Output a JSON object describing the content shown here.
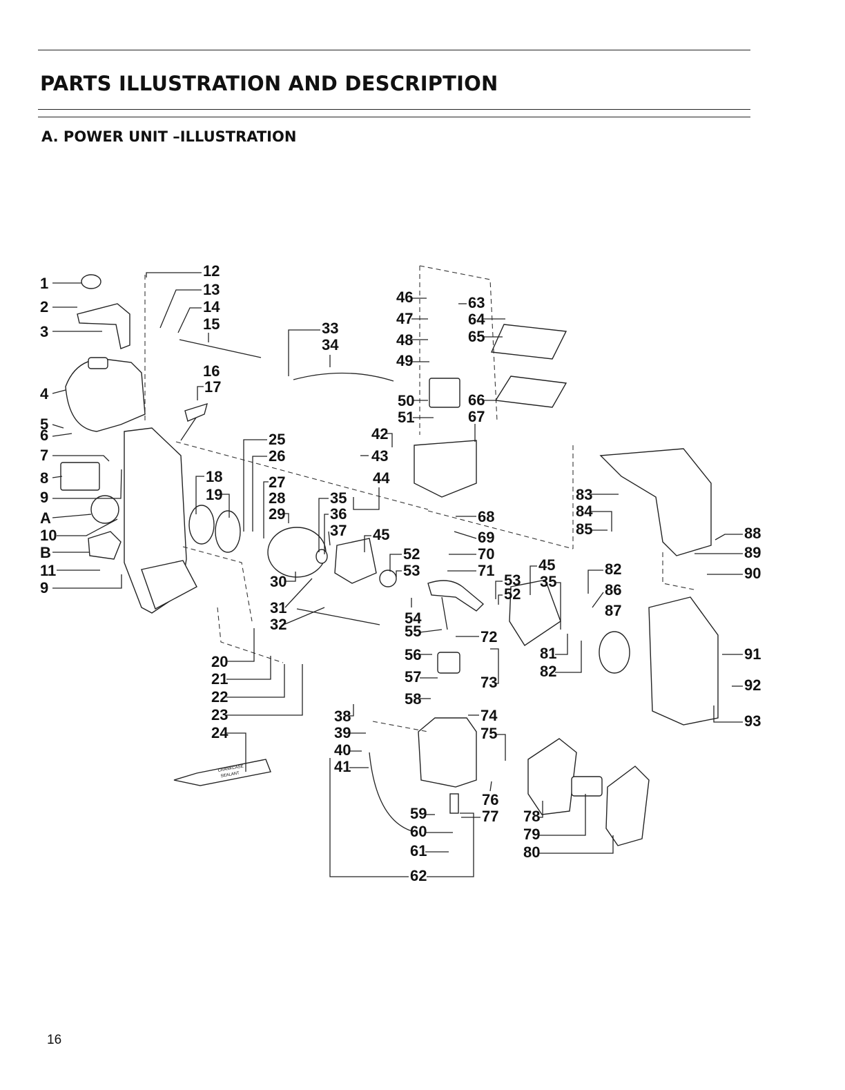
{
  "header": {
    "title": "PARTS ILLUSTRATION AND DESCRIPTION",
    "subtitle": "A. POWER UNIT –ILLUSTRATION"
  },
  "diagram": {
    "callouts": [
      {
        "id": "1",
        "label": "1"
      },
      {
        "id": "2",
        "label": "2"
      },
      {
        "id": "3",
        "label": "3"
      },
      {
        "id": "4",
        "label": "4"
      },
      {
        "id": "5",
        "label": "5"
      },
      {
        "id": "6",
        "label": "6"
      },
      {
        "id": "7",
        "label": "7"
      },
      {
        "id": "8",
        "label": "8"
      },
      {
        "id": "9a",
        "label": "9"
      },
      {
        "id": "A",
        "label": "A"
      },
      {
        "id": "10",
        "label": "10"
      },
      {
        "id": "B",
        "label": "B"
      },
      {
        "id": "11",
        "label": "11"
      },
      {
        "id": "9b",
        "label": "9"
      },
      {
        "id": "12",
        "label": "12"
      },
      {
        "id": "13",
        "label": "13"
      },
      {
        "id": "14",
        "label": "14"
      },
      {
        "id": "15",
        "label": "15"
      },
      {
        "id": "16",
        "label": "16"
      },
      {
        "id": "17",
        "label": "17"
      },
      {
        "id": "18",
        "label": "18"
      },
      {
        "id": "19",
        "label": "19"
      },
      {
        "id": "20",
        "label": "20"
      },
      {
        "id": "21",
        "label": "21"
      },
      {
        "id": "22",
        "label": "22"
      },
      {
        "id": "23",
        "label": "23"
      },
      {
        "id": "24",
        "label": "24"
      },
      {
        "id": "25",
        "label": "25"
      },
      {
        "id": "26",
        "label": "26"
      },
      {
        "id": "27",
        "label": "27"
      },
      {
        "id": "28",
        "label": "28"
      },
      {
        "id": "29",
        "label": "29"
      },
      {
        "id": "30",
        "label": "30"
      },
      {
        "id": "31",
        "label": "31"
      },
      {
        "id": "32",
        "label": "32"
      },
      {
        "id": "33",
        "label": "33"
      },
      {
        "id": "34",
        "label": "34"
      },
      {
        "id": "35a",
        "label": "35"
      },
      {
        "id": "36",
        "label": "36"
      },
      {
        "id": "37",
        "label": "37"
      },
      {
        "id": "38",
        "label": "38"
      },
      {
        "id": "39",
        "label": "39"
      },
      {
        "id": "40",
        "label": "40"
      },
      {
        "id": "41",
        "label": "41"
      },
      {
        "id": "42",
        "label": "42"
      },
      {
        "id": "43",
        "label": "43"
      },
      {
        "id": "44",
        "label": "44"
      },
      {
        "id": "45a",
        "label": "45"
      },
      {
        "id": "46",
        "label": "46"
      },
      {
        "id": "47",
        "label": "47"
      },
      {
        "id": "48",
        "label": "48"
      },
      {
        "id": "49",
        "label": "49"
      },
      {
        "id": "50",
        "label": "50"
      },
      {
        "id": "51",
        "label": "51"
      },
      {
        "id": "52a",
        "label": "52"
      },
      {
        "id": "53a",
        "label": "53"
      },
      {
        "id": "54",
        "label": "54"
      },
      {
        "id": "55",
        "label": "55"
      },
      {
        "id": "56",
        "label": "56"
      },
      {
        "id": "57",
        "label": "57"
      },
      {
        "id": "58",
        "label": "58"
      },
      {
        "id": "59",
        "label": "59"
      },
      {
        "id": "60",
        "label": "60"
      },
      {
        "id": "61",
        "label": "61"
      },
      {
        "id": "62",
        "label": "62"
      },
      {
        "id": "63",
        "label": "63"
      },
      {
        "id": "64",
        "label": "64"
      },
      {
        "id": "65",
        "label": "65"
      },
      {
        "id": "66",
        "label": "66"
      },
      {
        "id": "67",
        "label": "67"
      },
      {
        "id": "68",
        "label": "68"
      },
      {
        "id": "69",
        "label": "69"
      },
      {
        "id": "70",
        "label": "70"
      },
      {
        "id": "71",
        "label": "71"
      },
      {
        "id": "72",
        "label": "72"
      },
      {
        "id": "73",
        "label": "73"
      },
      {
        "id": "74",
        "label": "74"
      },
      {
        "id": "75",
        "label": "75"
      },
      {
        "id": "76",
        "label": "76"
      },
      {
        "id": "77",
        "label": "77"
      },
      {
        "id": "78",
        "label": "78"
      },
      {
        "id": "79",
        "label": "79"
      },
      {
        "id": "80",
        "label": "80"
      },
      {
        "id": "45b",
        "label": "45"
      },
      {
        "id": "53b",
        "label": "53"
      },
      {
        "id": "35b",
        "label": "35"
      },
      {
        "id": "52b",
        "label": "52"
      },
      {
        "id": "81",
        "label": "81"
      },
      {
        "id": "82a",
        "label": "82"
      },
      {
        "id": "82b",
        "label": "82"
      },
      {
        "id": "83",
        "label": "83"
      },
      {
        "id": "84",
        "label": "84"
      },
      {
        "id": "85",
        "label": "85"
      },
      {
        "id": "86",
        "label": "86"
      },
      {
        "id": "87",
        "label": "87"
      },
      {
        "id": "88",
        "label": "88"
      },
      {
        "id": "89",
        "label": "89"
      },
      {
        "id": "90",
        "label": "90"
      },
      {
        "id": "91",
        "label": "91"
      },
      {
        "id": "92",
        "label": "92"
      },
      {
        "id": "93",
        "label": "93"
      }
    ],
    "sealant_tube_text": [
      "CRANKCASE",
      "SEALANT"
    ]
  },
  "footer": {
    "page_number": "16"
  }
}
